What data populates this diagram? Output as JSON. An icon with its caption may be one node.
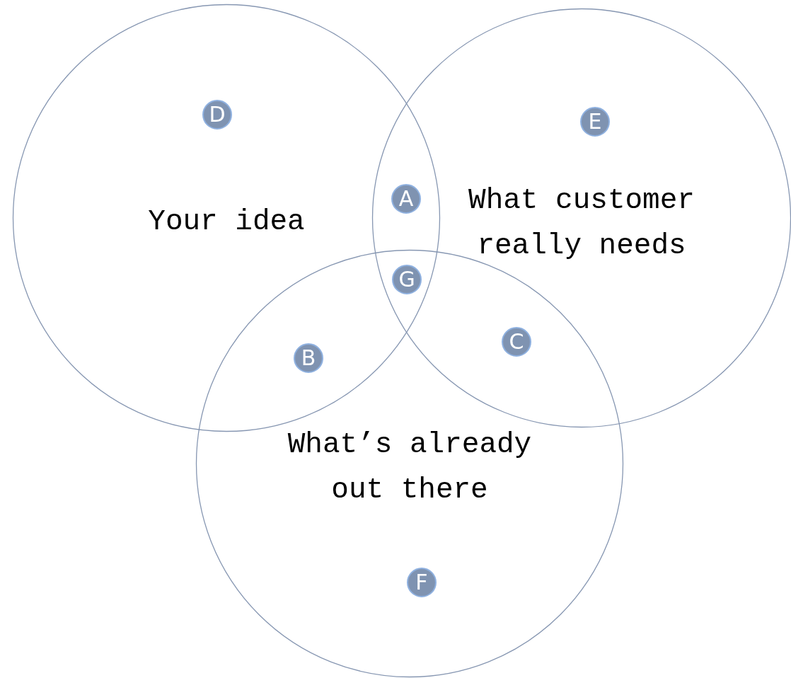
{
  "diagram": {
    "nodes": [
      {
        "text": [
          "Your idea"
        ]
      },
      {
        "text": [
          "What customer really needs"
        ]
      },
      {
        "text": [
          "What’s already out there"
        ]
      },
      {
        "text": [
          "D"
        ],
        "in": 0
      },
      {
        "text": [
          "E"
        ],
        "in": 1
      },
      {
        "text": [
          "A"
        ]
      },
      {
        "text": [
          "G"
        ]
      },
      {
        "text": [
          "C"
        ]
      },
      {
        "text": [
          "B"
        ]
      },
      {
        "text": [
          "F"
        ],
        "in": 2
      }
    ]
  }
}
